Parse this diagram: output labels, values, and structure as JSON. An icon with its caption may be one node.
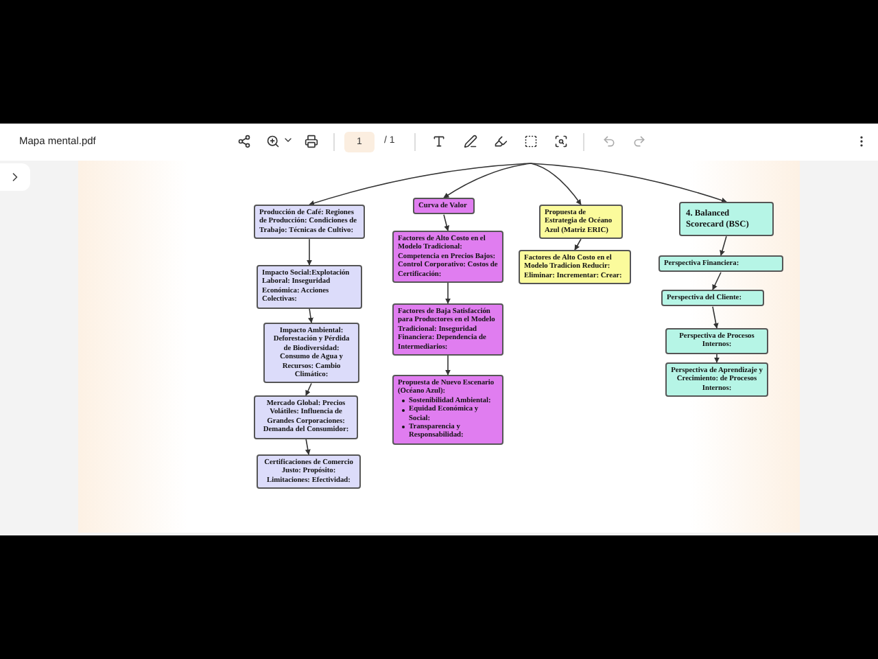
{
  "diagram": {
    "nodes": [
      {
        "text": [
          "Producción de Café: Regiones de Producción: Condiciones de Trabajo: Técnicas de Cultivo:"
        ]
      },
      {
        "text": [
          "Impacto Social:Explotación Laboral: Inseguridad Económica: Acciones Colectivas:"
        ]
      },
      {
        "text": [
          "Impacto Ambiental: Deforestación y Pérdida de Biodiversidad: Consumo de Agua y Recursos: Cambio Climático:"
        ]
      },
      {
        "text": [
          "Mercado Global: Precios Volátiles: Influencia de Grandes Corporaciones: Demanda del Consumidor:"
        ]
      },
      {
        "text": [
          "Certificaciones de Comercio Justo: Propósito: Limitaciones: Efectividad:"
        ]
      },
      {
        "text": [
          "Curva de Valor"
        ]
      },
      {
        "text": [
          "Factores de Alto Costo en el Modelo Tradicional: Competencia en Precios Bajos: Control Corporativo: Costos de Certificación:"
        ]
      },
      {
        "text": [
          "Factores de Baja Satisfacción para Productores en el Modelo Tradicional: Inseguridad Financiera: Dependencia de Intermediarios:"
        ]
      },
      {
        "text": [
          "Propuesta de Nuevo Escenario (Océano Azul):",
          "Sostenibilidad Ambiental:",
          "Equidad Económica y Social:",
          "Transparencia y Responsabilidad:"
        ]
      },
      {
        "text": [
          "Propuesta de Estrategia de Océano Azul (Matriz ERIC)"
        ]
      },
      {
        "text": [
          "Factores de Alto Costo en el Modelo Tradicion Reducir: Eliminar: Incrementar: Crear:"
        ]
      },
      {
        "text": [
          "4. Balanced Scorecard (BSC)"
        ]
      },
      {
        "text": [
          "Perspectiva Financiera:"
        ]
      },
      {
        "text": [
          "Perspectiva del Cliente:"
        ]
      },
      {
        "text": [
          "Perspectiva de Procesos Internos:"
        ]
      },
      {
        "text": [
          "Perspectiva de Aprendizaje y Crecimiento: de Procesos Internos:"
        ]
      }
    ],
    "edges": [
      {
        "from": null,
        "to": 0,
        "arrow": "to"
      },
      {
        "from": null,
        "to": 5,
        "arrow": "to"
      },
      {
        "from": null,
        "to": 9,
        "arrow": "to"
      },
      {
        "from": null,
        "to": 11,
        "arrow": "to"
      },
      {
        "from": 0,
        "to": 1,
        "arrow": "to"
      },
      {
        "from": 1,
        "to": 2,
        "arrow": "to"
      },
      {
        "from": 2,
        "to": 3,
        "arrow": "to"
      },
      {
        "from": 3,
        "to": 4,
        "arrow": "to"
      },
      {
        "from": 5,
        "to": 6,
        "arrow": "to"
      },
      {
        "from": 6,
        "to": 7,
        "arrow": "to"
      },
      {
        "from": 7,
        "to": 8,
        "arrow": "to"
      },
      {
        "from": 9,
        "to": 10,
        "arrow": "to"
      },
      {
        "from": 11,
        "to": 12,
        "arrow": "to"
      },
      {
        "from": 12,
        "to": 13,
        "arrow": "to"
      },
      {
        "from": 13,
        "to": 14,
        "arrow": "to"
      },
      {
        "from": 14,
        "to": 15,
        "arrow": "to"
      }
    ],
    "labels": [
      "Mapa mental.pdf",
      "1",
      "/ 1"
    ]
  }
}
